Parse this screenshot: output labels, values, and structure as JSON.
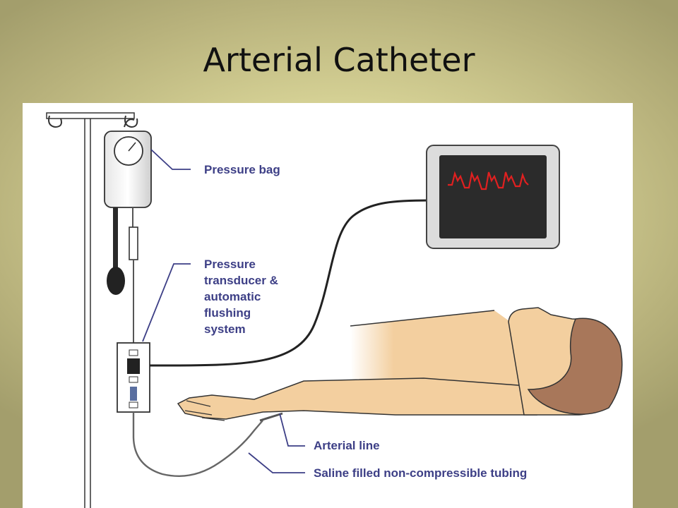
{
  "title": "Arterial Catheter",
  "labels": {
    "pressure_bag": "Pressure bag",
    "transducer_lines": [
      "Pressure",
      "transducer &",
      "automatic",
      "flushing",
      "system"
    ],
    "arterial_line": "Arterial line",
    "tubing": "Saline filled non-compressible tubing"
  },
  "colors": {
    "label_text": "#3d3f86",
    "waveform": "#e02020",
    "skin": "#f3cf9f",
    "hair": "#a8775a",
    "monitor_screen": "#2b2b2b"
  },
  "icons": [
    "iv-pole-icon",
    "pressure-bag-icon",
    "pressure-gauge-icon",
    "bulb-pump-icon",
    "transducer-icon",
    "monitor-icon",
    "patient-icon"
  ]
}
